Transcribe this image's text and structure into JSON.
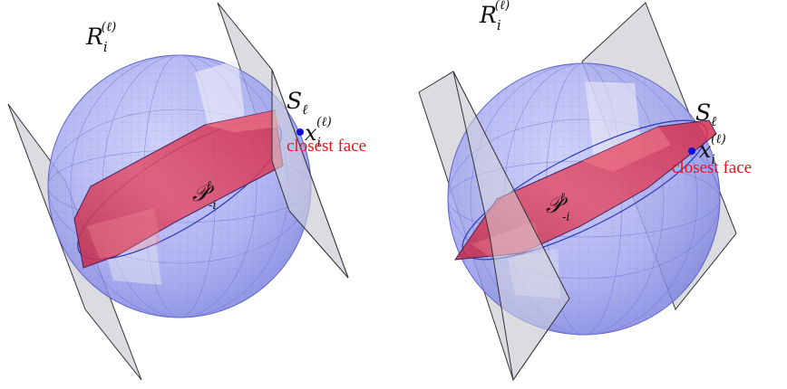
{
  "panels": [
    {
      "region_label": {
        "base": "R",
        "sub": "i",
        "sup": "(ℓ)"
      },
      "sphere_label": {
        "base": "S",
        "sub": "ℓ"
      },
      "point_label": {
        "base": "x",
        "sub": "i",
        "sup": "(ℓ)"
      },
      "polytope_label": {
        "base": "𝒫",
        "sub": "-i",
        "sup": "ℓ"
      },
      "face_label": "closest face"
    },
    {
      "region_label": {
        "base": "R",
        "sub": "i",
        "sup": "(ℓ)"
      },
      "sphere_label": {
        "base": "S",
        "sub": "ℓ"
      },
      "point_label": {
        "base": "x",
        "sub": "i",
        "sup": "(ℓ)"
      },
      "polytope_label": {
        "base": "𝒫",
        "sub": "-i",
        "sup": "ℓ"
      },
      "face_label": "closest face"
    }
  ],
  "colors": {
    "sphere_fill": "#9ea3ee",
    "sphere_edge": "#5d63c9",
    "plane_fill": "#d9d9dc",
    "plane_edge": "#3a3a3a",
    "polytope_fill": "#d8334e",
    "point": "#1010d8",
    "face_label": "#e8141b"
  }
}
